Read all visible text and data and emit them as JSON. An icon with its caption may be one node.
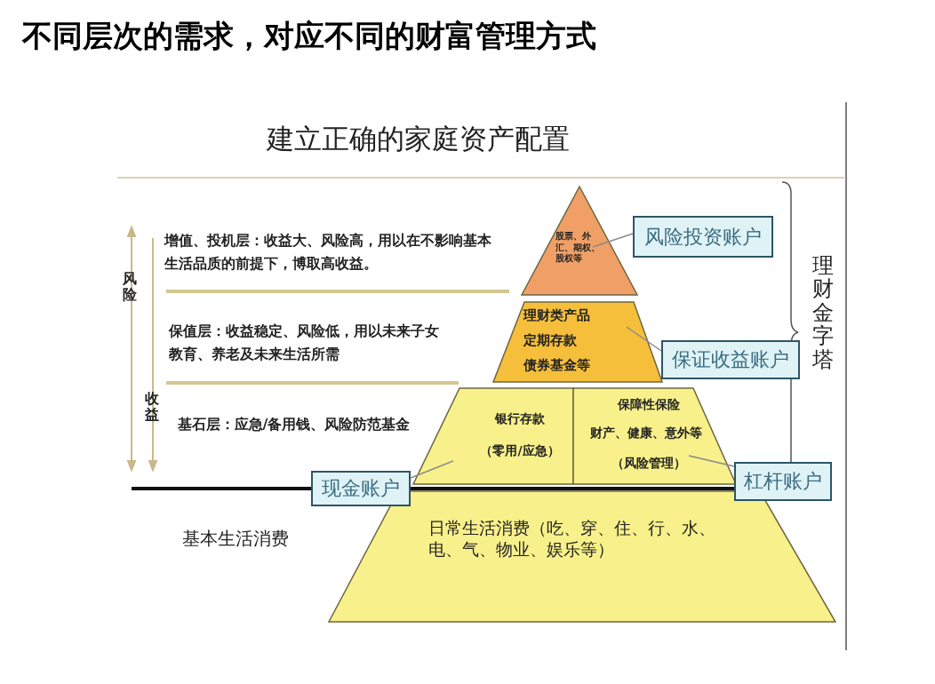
{
  "diagram": {
    "title": "不同层次的需求，对应不同的财富管理方式",
    "nodes": [
      {
        "text": [
          "股票、外汇、期权、股权等"
        ]
      },
      {
        "text": [
          "理财类产品",
          "定期存款",
          "债券基金等"
        ]
      },
      {
        "text": [
          "银行存款",
          "（零用/应急）"
        ]
      },
      {
        "text": [
          "保障性保险",
          "财产、健康、意外等",
          "（风险管理）"
        ]
      },
      {
        "text": [
          "日常生活消费（吃、穿、住、行、水、电、气、物业、娱乐等）"
        ]
      },
      {
        "text": [
          "风险投资账户"
        ]
      },
      {
        "text": [
          "保证收益账户"
        ]
      },
      {
        "text": [
          "现金账户"
        ]
      },
      {
        "text": [
          "杠杆账户"
        ]
      }
    ],
    "edges": [
      {
        "from": 5,
        "to": 0,
        "arrow": "none"
      },
      {
        "from": 6,
        "to": 1,
        "arrow": "none"
      },
      {
        "from": 7,
        "to": 2,
        "arrow": "none"
      },
      {
        "from": 8,
        "to": 3,
        "arrow": "none"
      }
    ],
    "labels": [
      "建立正确的家庭资产配置",
      "增值、投机层：收益大、风险高，用以在不影响基本生活品质的前提下，博取高收益。",
      "风险",
      "保值层：收益稳定、风险低，用以未来子女教育、养老及未来生活所需",
      "收益",
      "基石层：应急/备用钱、风险防范基金",
      "理财金字塔",
      "基本生活消费"
    ]
  }
}
